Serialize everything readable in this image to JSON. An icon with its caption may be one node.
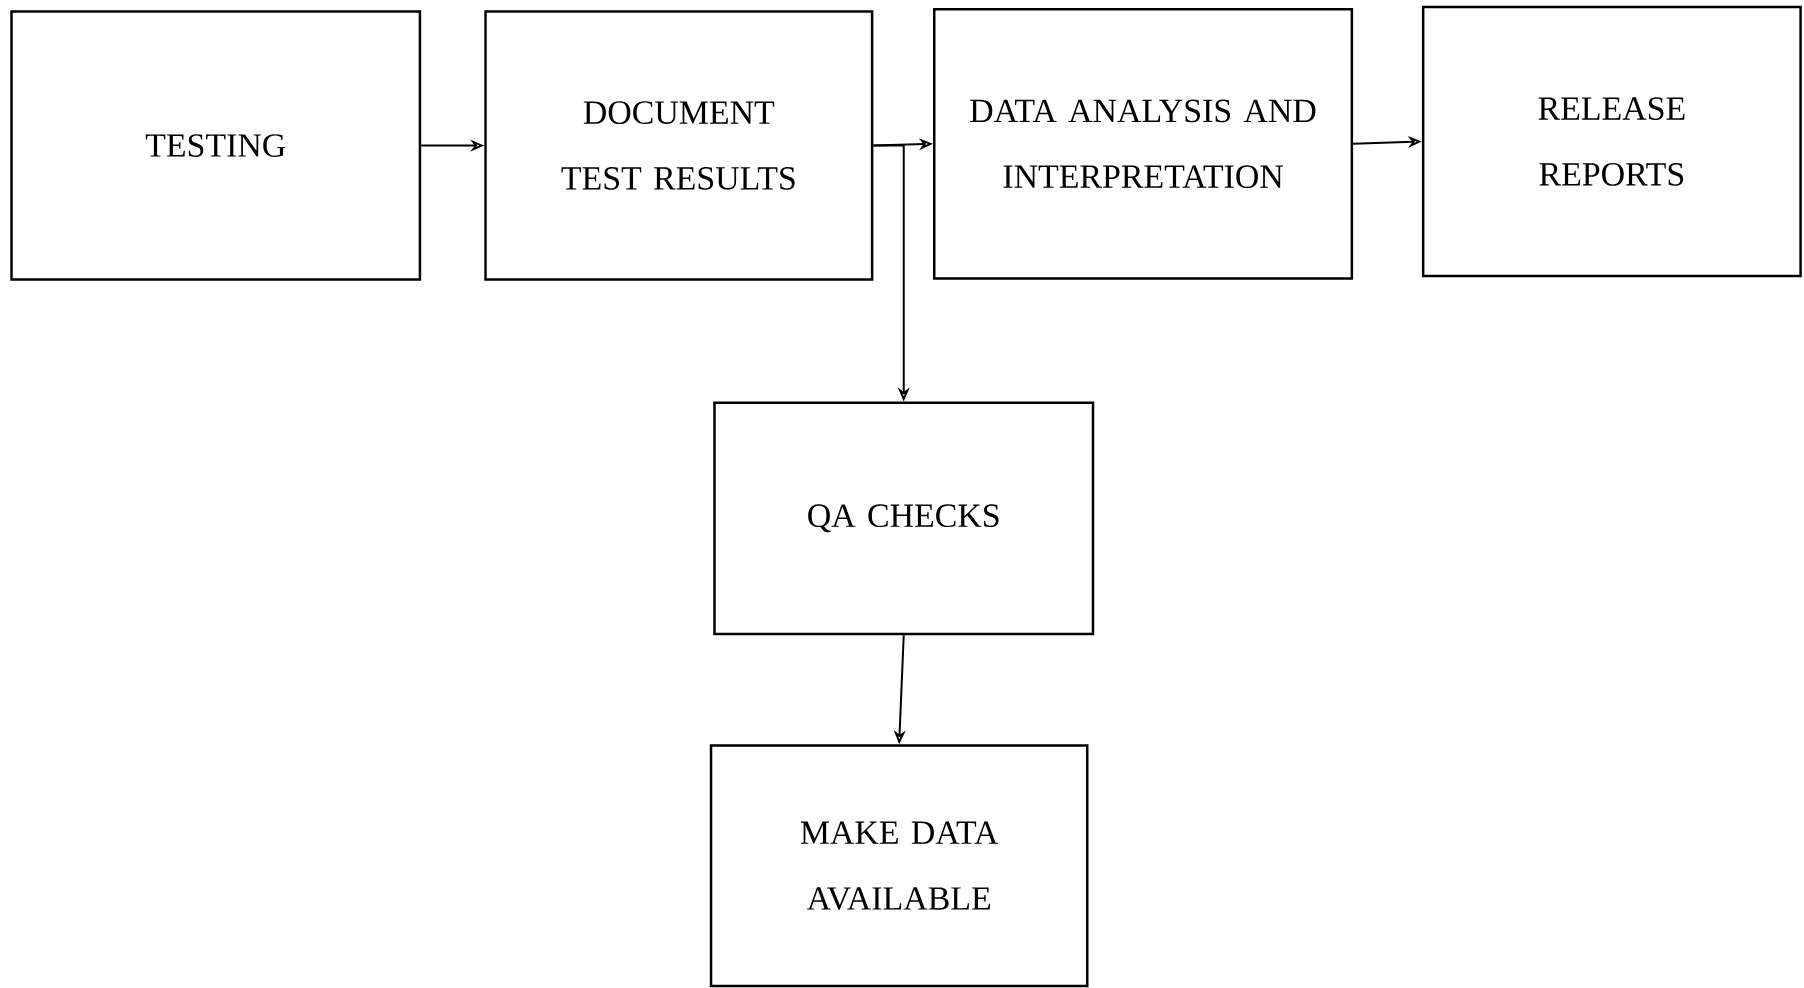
{
  "diagram": {
    "nodes": [
      {
        "text": [
          "TESTING"
        ]
      },
      {
        "text": [
          "DOCUMENT TEST RESULTS"
        ]
      },
      {
        "text": [
          "DATA ANALYSIS AND INTERPRETATION"
        ]
      },
      {
        "text": [
          "RELEASE REPORTS"
        ]
      },
      {
        "text": [
          "QA CHECKS"
        ]
      },
      {
        "text": [
          "MAKE DATA AVAILABLE"
        ]
      }
    ],
    "edges": [
      {
        "from": 0,
        "to": 1,
        "arrow": "to"
      },
      {
        "from": 1,
        "to": 2,
        "arrow": "to"
      },
      {
        "from": 2,
        "to": 3,
        "arrow": "to"
      },
      {
        "from": 1,
        "to": 4,
        "arrow": "to"
      },
      {
        "from": 4,
        "to": 5,
        "arrow": "to"
      }
    ]
  }
}
